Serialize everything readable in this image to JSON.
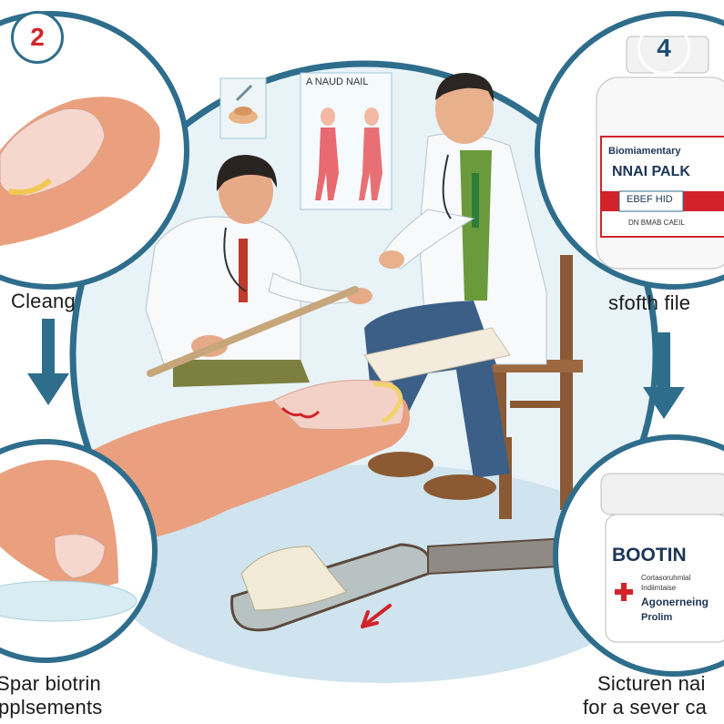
{
  "steps": {
    "step2": {
      "number": "2",
      "label": "Cleang"
    },
    "step4": {
      "number": "4",
      "label": "sfofth file"
    },
    "step_bottom_left": {
      "label_line1": "Spar biotrin",
      "label_line2": "pplsements"
    },
    "step_bottom_right": {
      "label_line1": "Sicturen nai",
      "label_line2": "for a sever ca"
    }
  },
  "poster": {
    "title": "A NAUD NAIL"
  },
  "bottle_top": {
    "line1": "Biomiamentary",
    "line2": "NNAI PALK",
    "band": "EBEF HID",
    "small": "DN BMAB CAEIL"
  },
  "jar": {
    "brand": "BOOTIN",
    "line1": "Cortasoruhmlal",
    "line2": "Indiimtaise",
    "line3": "Agonerneing",
    "line4": "Prolim"
  },
  "colors": {
    "circle_border": "#2f6d8c",
    "arrow": "#2f6d8c",
    "red_accent": "#d2232a",
    "background_blue": "#e6f1f6"
  }
}
